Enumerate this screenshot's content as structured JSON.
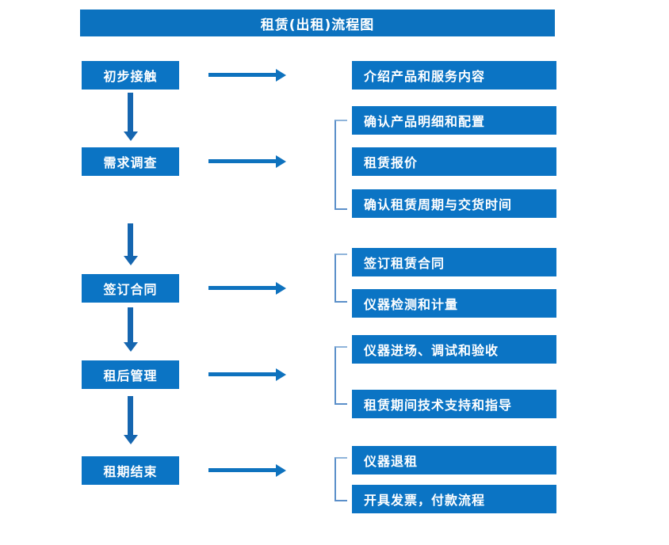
{
  "title": "租赁(出租)流程图",
  "colors": {
    "box_fill": "#0B74C4",
    "title_fill": "#0C72BF",
    "arrow": "#0E72BE",
    "vertical_arrow": "#1566B0",
    "bracket": "#5B8FC9",
    "text": "#FFFFFF",
    "background": "#FFFFFF"
  },
  "chart_data": {
    "type": "diagram",
    "title": "租赁(出租)流程图",
    "orientation": "vertical-flow-with-detail-branches",
    "stages": [
      {
        "label": "初步接触",
        "details": [
          "介绍产品和服务内容"
        ],
        "grouped": false
      },
      {
        "label": "需求调查",
        "details": [
          "确认产品明细和配置",
          "租赁报价",
          "确认租赁周期与交货时间"
        ],
        "grouped": true
      },
      {
        "label": "签订合同",
        "details": [
          "签订租赁合同",
          "仪器检测和计量"
        ],
        "grouped": true
      },
      {
        "label": "租后管理",
        "details": [
          "仪器进场、调试和验收",
          "租赁期间技术支持和指导"
        ],
        "grouped": true
      },
      {
        "label": "租期结束",
        "details": [
          "仪器退租",
          "开具发票，付款流程"
        ],
        "grouped": true
      }
    ]
  },
  "stages": [
    {
      "label": "初步接触"
    },
    {
      "label": "需求调查"
    },
    {
      "label": "签订合同"
    },
    {
      "label": "租后管理"
    },
    {
      "label": "租期结束"
    }
  ],
  "details": [
    {
      "label": "介绍产品和服务内容"
    },
    {
      "label": "确认产品明细和配置"
    },
    {
      "label": "租赁报价"
    },
    {
      "label": "确认租赁周期与交货时间"
    },
    {
      "label": "签订租赁合同"
    },
    {
      "label": "仪器检测和计量"
    },
    {
      "label": "仪器进场、调试和验收"
    },
    {
      "label": "租赁期间技术支持和指导"
    },
    {
      "label": "仪器退租"
    },
    {
      "label": "开具发票，付款流程"
    }
  ]
}
